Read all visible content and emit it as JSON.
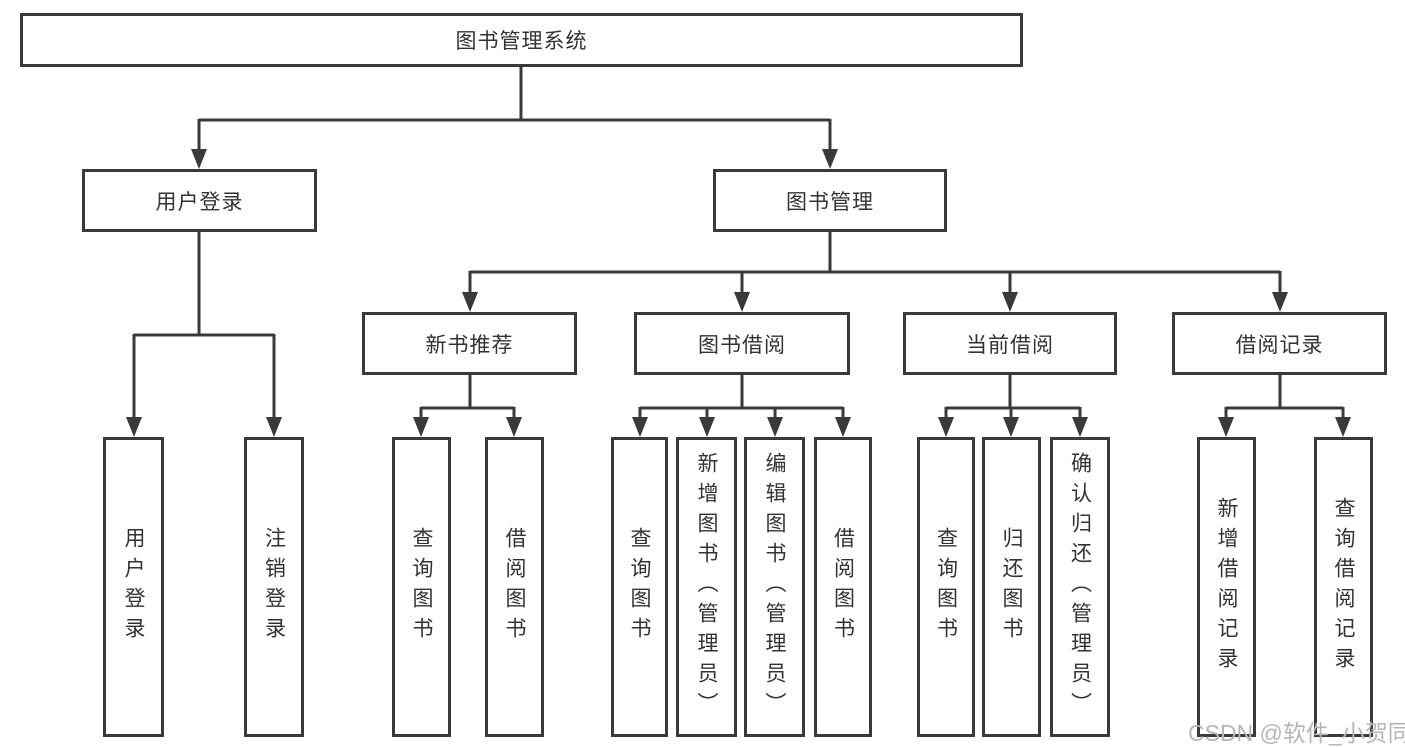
{
  "diagram": {
    "title": "图书管理系统",
    "branches": [
      {
        "label": "用户登录",
        "leaves": [
          "用户登录",
          "注销登录"
        ]
      },
      {
        "label": "图书管理",
        "groups": [
          {
            "label": "新书推荐",
            "leaves": [
              "查询图书",
              "借阅图书"
            ]
          },
          {
            "label": "图书借阅",
            "leaves": [
              "查询图书",
              "新增图书（管理员）",
              "编辑图书（管理员）",
              "借阅图书"
            ]
          },
          {
            "label": "当前借阅",
            "leaves": [
              "查询图书",
              "归还图书",
              "确认归还（管理员）"
            ]
          },
          {
            "label": "借阅记录",
            "leaves": [
              "新增借阅记录",
              "查询借阅记录"
            ]
          }
        ]
      }
    ]
  },
  "watermark": {
    "text": "CSDN @软件_小贺同学"
  },
  "colors": {
    "line": "#3a3a3a",
    "box_border": "#3a3a3a",
    "box_fill": "#ffffff",
    "text": "#333333",
    "watermark": "#b6b6b8",
    "background": "#ffffff"
  }
}
